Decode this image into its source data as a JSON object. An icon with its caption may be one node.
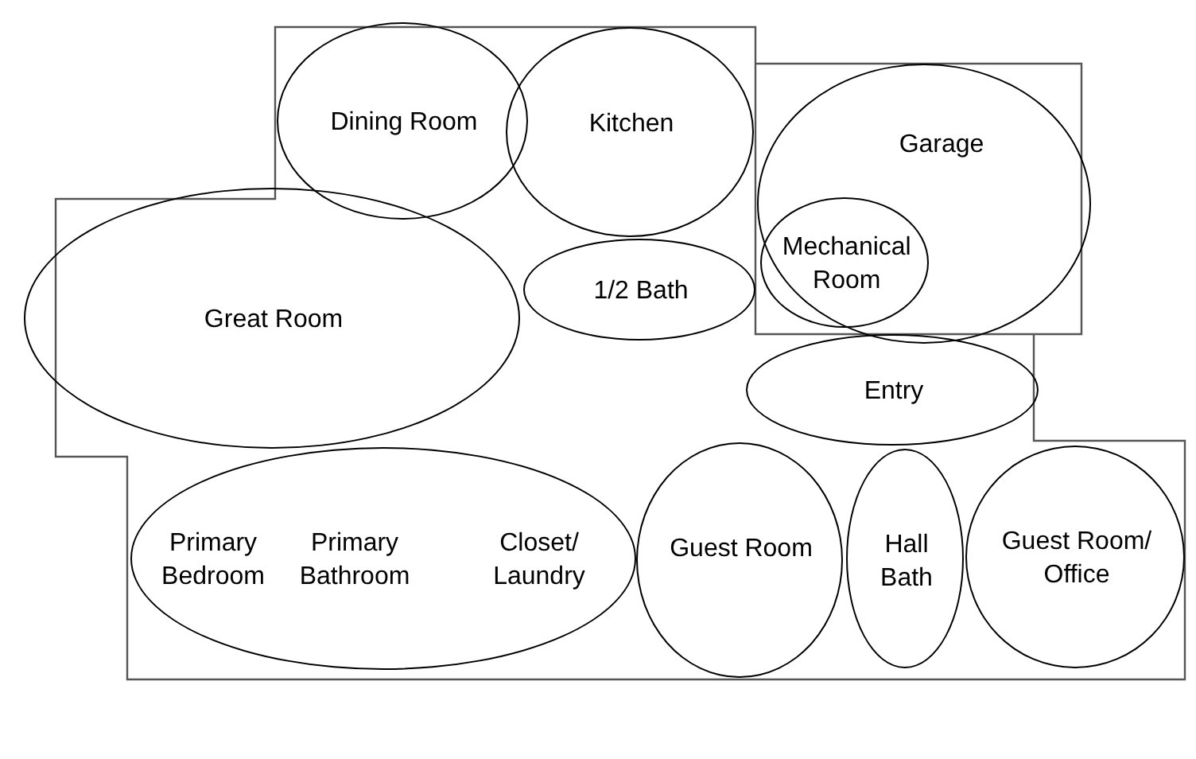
{
  "diagram": {
    "nodes": [
      {
        "text": [
          "Dining Room"
        ]
      },
      {
        "text": [
          "Kitchen"
        ]
      },
      {
        "text": [
          "Garage"
        ]
      },
      {
        "text": [
          "Mechanical Room"
        ],
        "in": 2
      },
      {
        "text": [
          "Great Room"
        ]
      },
      {
        "text": [
          "1/2 Bath"
        ]
      },
      {
        "text": [
          "Entry"
        ]
      },
      {
        "text": [
          "Primary Bedroom",
          "Primary Bathroom",
          "Closet/ Laundry"
        ]
      },
      {
        "text": [
          "Guest Room"
        ]
      },
      {
        "text": [
          "Hall Bath"
        ]
      },
      {
        "text": [
          "Guest Room/ Office"
        ]
      }
    ]
  }
}
